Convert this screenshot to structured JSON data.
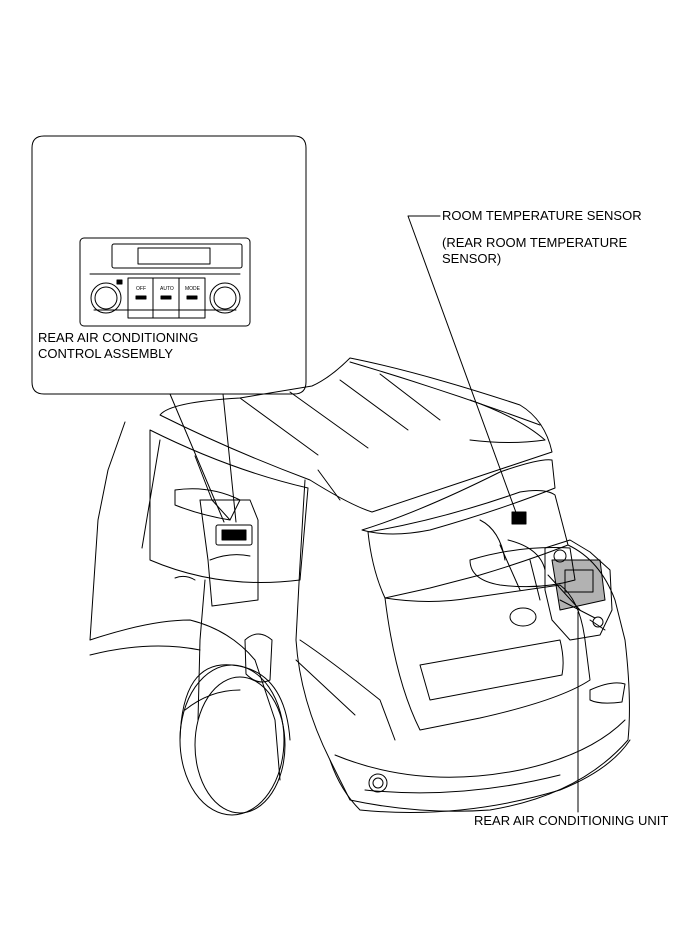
{
  "labels": {
    "room_sensor": "ROOM TEMPERATURE SENSOR",
    "room_sensor_alt_line1": "(REAR ROOM TEMPERATURE",
    "room_sensor_alt_line2": "SENSOR)",
    "control_line1": "REAR AIR CONDITIONING",
    "control_line2": "CONTROL ASSEMBLY",
    "ac_unit": "REAR AIR CONDITIONING UNIT"
  },
  "panel_buttons": [
    "OFF",
    "AUTO",
    "MODE"
  ]
}
